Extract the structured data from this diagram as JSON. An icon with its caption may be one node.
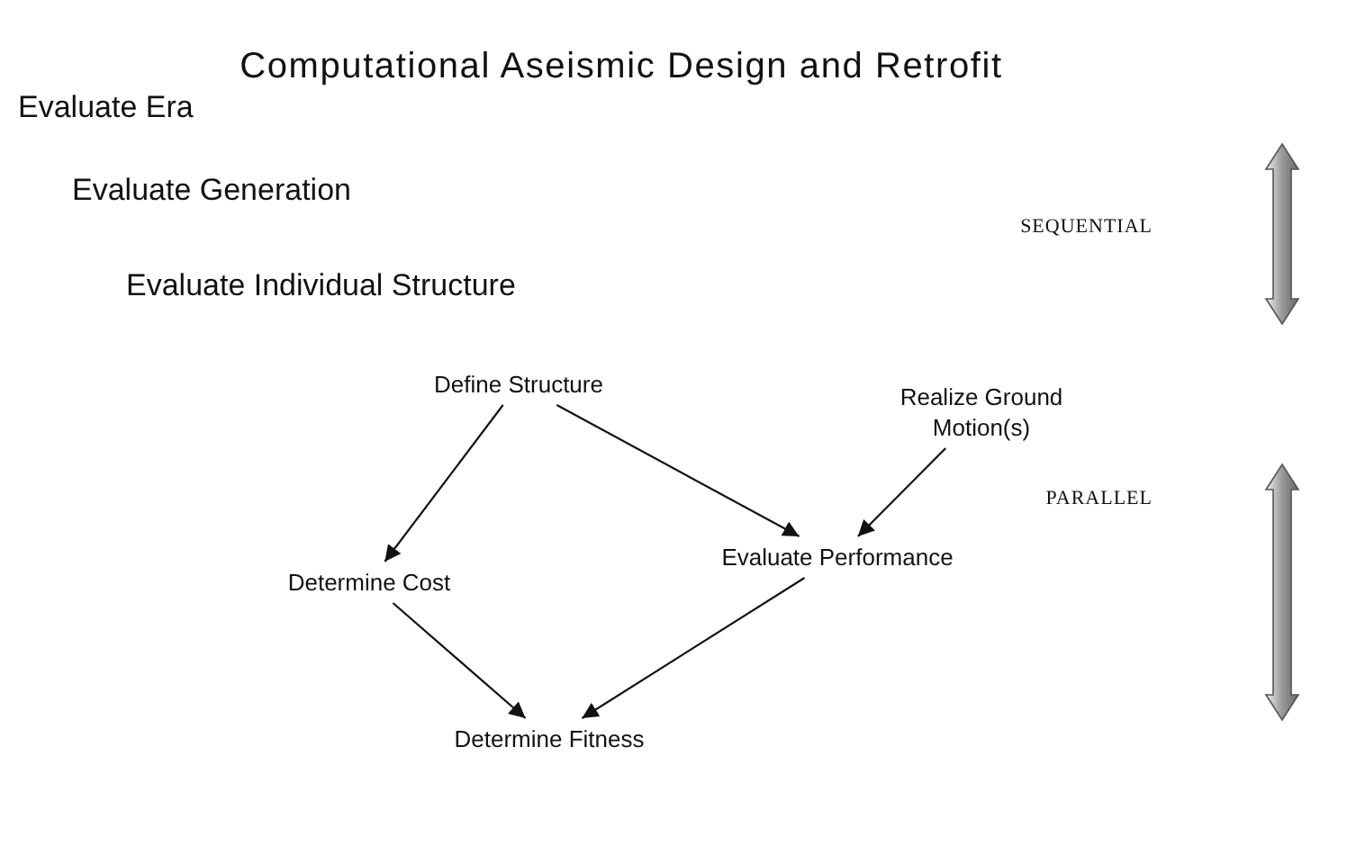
{
  "diagram": {
    "title": "Computational Aseismic Design and Retrofit",
    "nodes": [
      {
        "text": [
          "Define Structure"
        ]
      },
      {
        "text": [
          "Realize Ground Motion(s)"
        ]
      },
      {
        "text": [
          "Determine Cost"
        ]
      },
      {
        "text": [
          "Evaluate Performance"
        ]
      },
      {
        "text": [
          "Determine Fitness"
        ]
      }
    ],
    "edges": [
      {
        "from": 0,
        "to": 2,
        "arrow": "to"
      },
      {
        "from": 0,
        "to": 3,
        "arrow": "to"
      },
      {
        "from": 1,
        "to": 3,
        "arrow": "to"
      },
      {
        "from": 2,
        "to": 4,
        "arrow": "to"
      },
      {
        "from": 3,
        "to": 4,
        "arrow": "to"
      }
    ],
    "labels": [
      "Evaluate Era",
      "Evaluate Generation",
      "Evaluate Individual Structure",
      "SEQUENTIAL",
      "PARALLEL"
    ]
  }
}
